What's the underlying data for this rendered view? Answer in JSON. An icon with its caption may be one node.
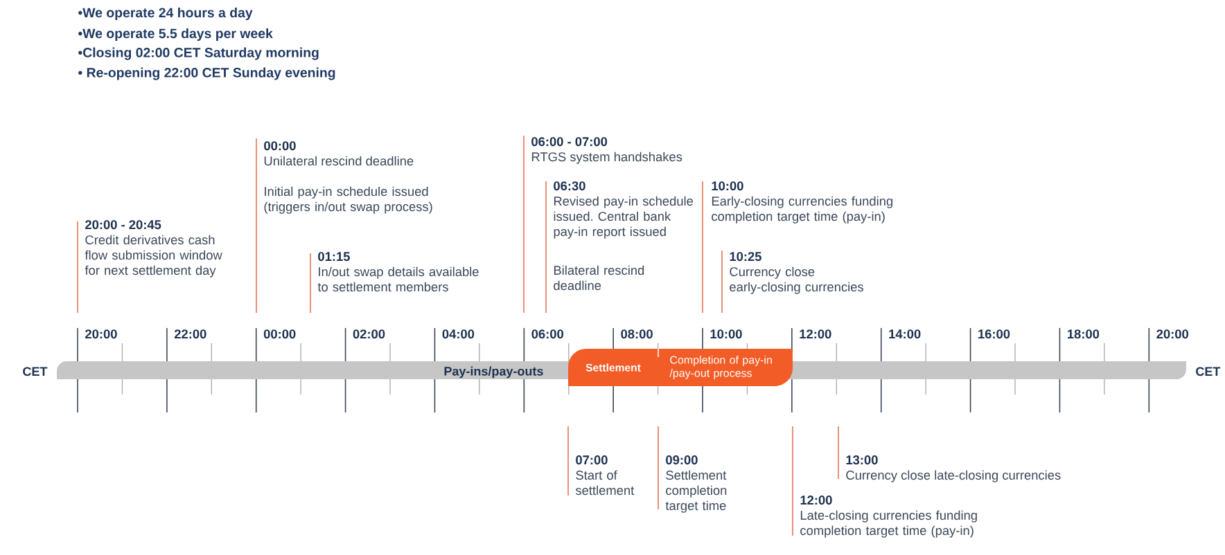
{
  "diagram": {
    "nodes": [
      {
        "text": [
          "Pay-ins/pay-outs"
        ],
        "beside": [
          "CET",
          "CET"
        ]
      },
      {
        "text": [
          "Settlement"
        ]
      },
      {
        "text": [
          "Completion of pay-in /pay-out process"
        ]
      }
    ],
    "labels": [
      "•We operate 24 hours a day",
      "•We operate 5.5 days per week",
      "•Closing 02:00 CET Saturday morning",
      "• Re-opening 22:00 CET Sunday evening",
      "20:00 - 20:45",
      "Credit derivatives cash flow submission window for next settlement day",
      "00:00",
      "Unilateral rescind deadline",
      "Initial pay-in schedule issued (triggers in/out swap process)",
      "01:15",
      "In/out swap details available to settlement members",
      "06:00 - 07:00",
      "RTGS system handshakes",
      "06:30",
      "Revised pay-in schedule issued. Central bank pay-in report issued",
      "Bilateral rescind deadline",
      "10:00",
      "Early-closing currencies funding completion target time (pay-in)",
      "10:25",
      "Currency close early-closing currencies",
      "20:00",
      "22:00",
      "00:00",
      "02:00",
      "04:00",
      "06:00",
      "08:00",
      "10:00",
      "12:00",
      "14:00",
      "16:00",
      "18:00",
      "20:00",
      "07:00",
      "Start of settlement",
      "09:00",
      "Settlement completion target time",
      "12:00",
      "Late-closing currencies funding completion target time (pay-in)",
      "13:00",
      "Currency close late-closing currencies"
    ]
  }
}
